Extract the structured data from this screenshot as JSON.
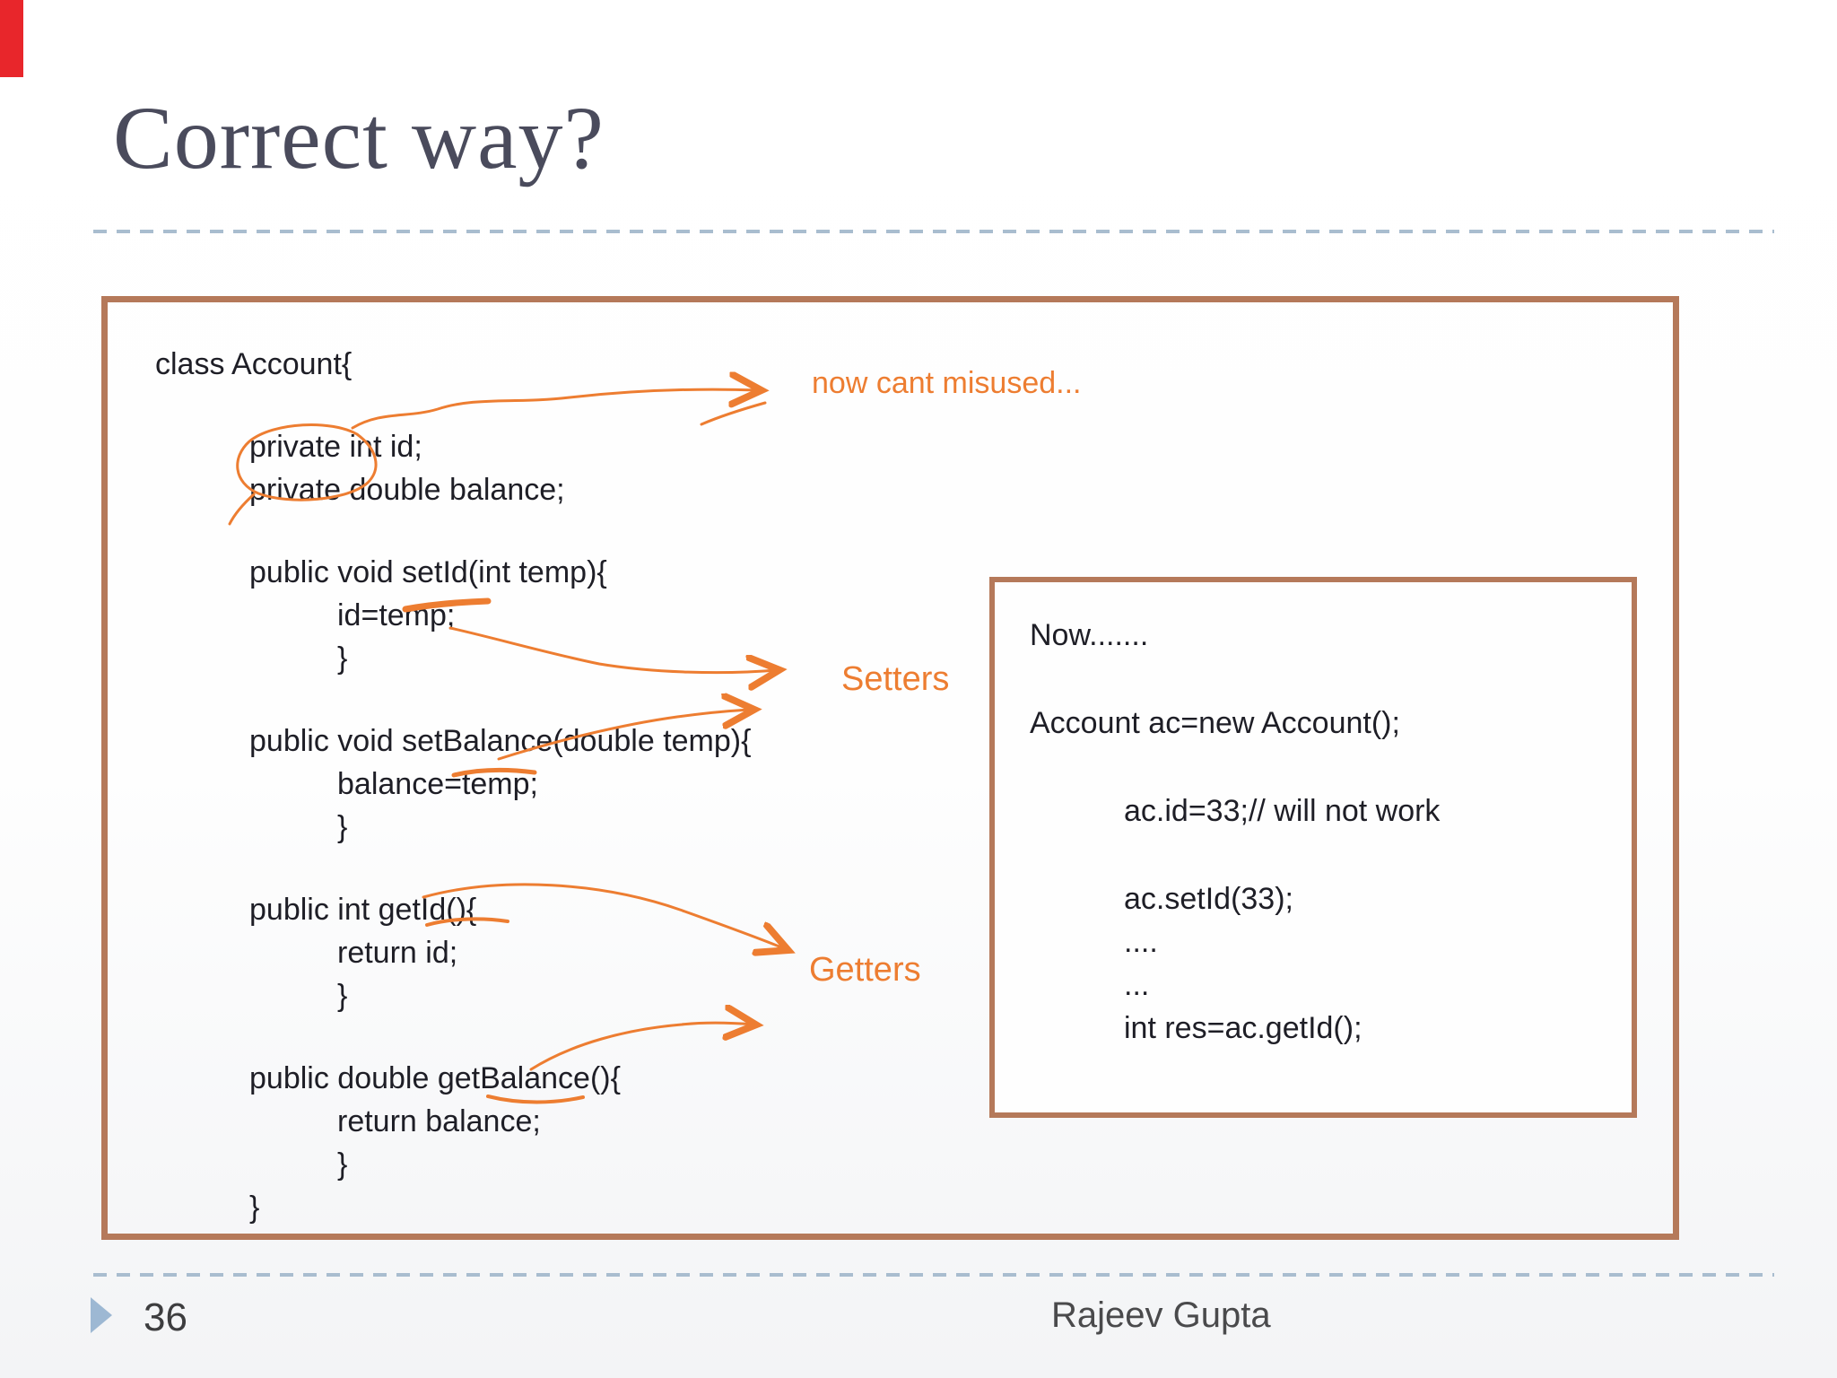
{
  "slide": {
    "title": "Correct way?",
    "page_number": "36",
    "footer": "Rajeev Gupta"
  },
  "annotations": {
    "misused_label": "now cant misused...",
    "setters_label": "Setters",
    "getters_label": "Getters"
  },
  "code_main": {
    "lines": [
      {
        "text": "class Account{",
        "indent": 0,
        "gap": 0
      },
      {
        "text": "private int id;",
        "indent": 1,
        "gap": 1
      },
      {
        "text": "private double balance;",
        "indent": 1,
        "gap": 0
      },
      {
        "text": "public void setId(int temp){",
        "indent": 1,
        "gap": 1
      },
      {
        "text": "id=temp;",
        "indent": 2,
        "gap": 0
      },
      {
        "text": "}",
        "indent": 2,
        "gap": 0
      },
      {
        "text": "public void setBalance(double temp){",
        "indent": 1,
        "gap": 1
      },
      {
        "text": "balance=temp;",
        "indent": 2,
        "gap": 0
      },
      {
        "text": "}",
        "indent": 2,
        "gap": 0
      },
      {
        "text": "public int getId(){",
        "indent": 1,
        "gap": 1
      },
      {
        "text": "return id;",
        "indent": 2,
        "gap": 0
      },
      {
        "text": "}",
        "indent": 2,
        "gap": 0
      },
      {
        "text": "public double getBalance(){",
        "indent": 1,
        "gap": 1
      },
      {
        "text": "return balance;",
        "indent": 2,
        "gap": 0
      },
      {
        "text": "}",
        "indent": 2,
        "gap": 0
      },
      {
        "text": "}",
        "indent": 1,
        "gap": 0
      }
    ]
  },
  "code_inner": {
    "lines": [
      {
        "text": "Now.......",
        "indent": 0,
        "gap": 0
      },
      {
        "text": "Account ac=new Account();",
        "indent": 0,
        "gap": 1
      },
      {
        "text": "ac.id=33;// will not work",
        "indent": 1,
        "gap": 1
      },
      {
        "text": "ac.setId(33);",
        "indent": 1,
        "gap": 1
      },
      {
        "text": "....",
        "indent": 1,
        "gap": 0
      },
      {
        "text": "...",
        "indent": 1,
        "gap": 0
      },
      {
        "text": "int res=ac.getId();",
        "indent": 1,
        "gap": 0
      }
    ]
  },
  "colors": {
    "annotation_orange": "#ed7d31",
    "box_border_brown": "#b5795a",
    "divider_blue": "#a9bdcf",
    "bullet_blue": "#9db8d3",
    "title_gray": "#4a4b5c",
    "code_text": "#1e1e26",
    "corner_red": "#e8262b"
  }
}
